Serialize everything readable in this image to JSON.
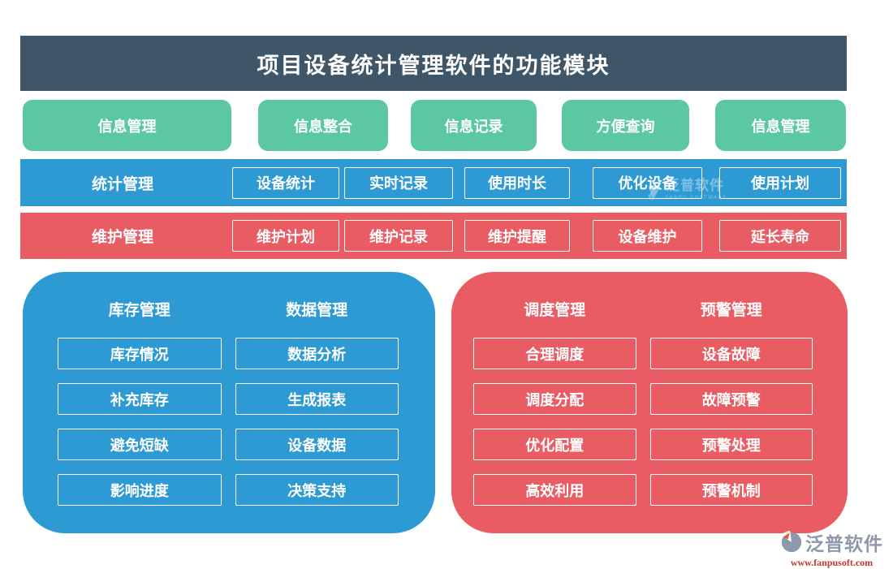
{
  "title": "项目设备统计管理软件的功能模块",
  "colors": {
    "header_bg": "#3e5667",
    "green": "#5bc8a2",
    "blue": "#2e9ad3",
    "red": "#ea5c63",
    "text": "#ffffff",
    "logo_gray": "#8d99ab",
    "logo_red": "#c0392b"
  },
  "top_buttons": [
    "信息管理",
    "信息整合",
    "信息记录",
    "方便查询",
    "信息管理"
  ],
  "bands": [
    {
      "label": "统计管理",
      "items": [
        "设备统计",
        "实时记录",
        "使用时长",
        "优化设备",
        "使用计划"
      ]
    },
    {
      "label": "维护管理",
      "items": [
        "维护计划",
        "维护记录",
        "维护提醒",
        "设备维护",
        "延长寿命"
      ]
    }
  ],
  "panels": [
    {
      "columns": [
        {
          "header": "库存管理",
          "items": [
            "库存情况",
            "补充库存",
            "避免短缺",
            "影响进度"
          ]
        },
        {
          "header": "数据管理",
          "items": [
            "数据分析",
            "生成报表",
            "设备数据",
            "决策支持"
          ]
        }
      ]
    },
    {
      "columns": [
        {
          "header": "调度管理",
          "items": [
            "合理调度",
            "调度分配",
            "优化配置",
            "高效利用"
          ]
        },
        {
          "header": "预警管理",
          "items": [
            "设备故障",
            "故障预警",
            "预警处理",
            "预警机制"
          ]
        }
      ]
    }
  ],
  "watermark": {
    "text": "泛普软件",
    "subtext": "FANPU SOFTWARE"
  },
  "logo": {
    "name": "泛普软件",
    "url": "www.fanpusoft.com"
  }
}
